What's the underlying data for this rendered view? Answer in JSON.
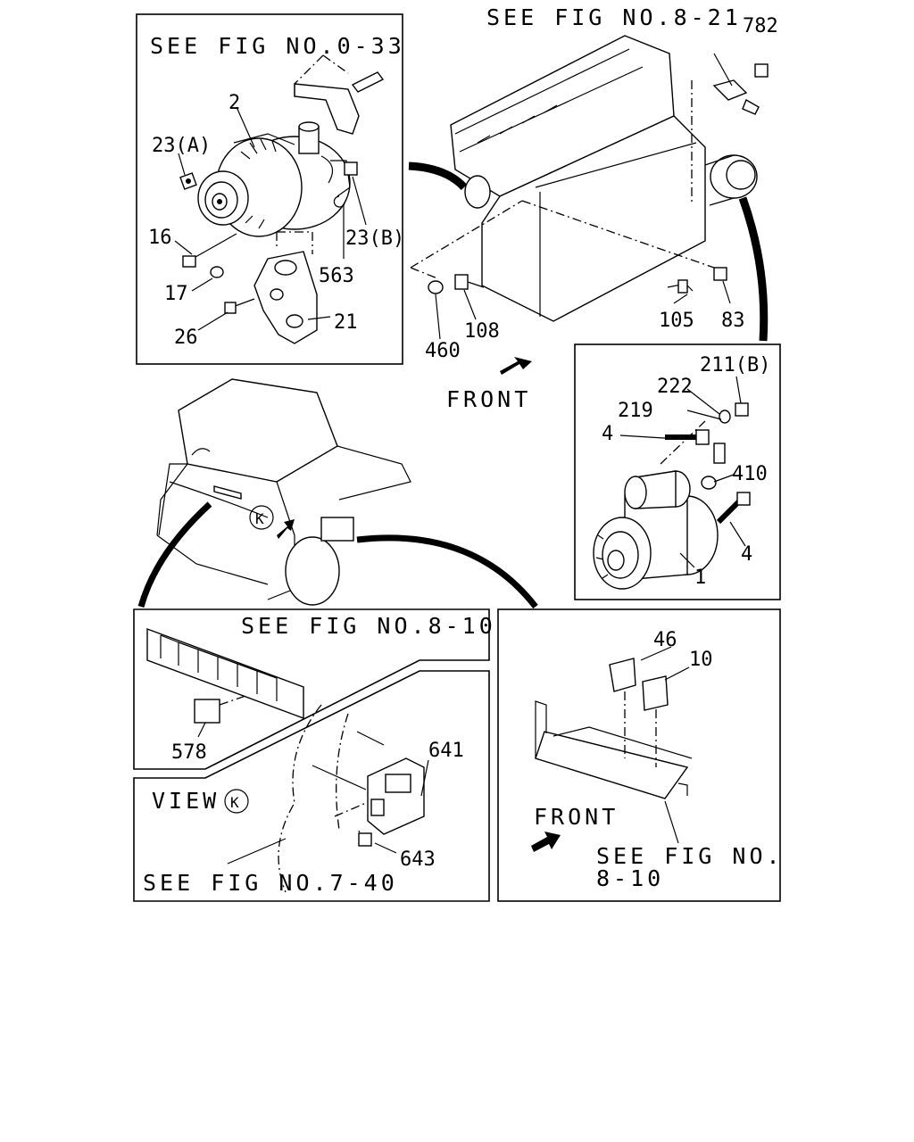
{
  "labels": {
    "see_fig_0_33": "SEE FIG NO.0-33",
    "see_fig_8_21": "SEE FIG NO.8-21",
    "see_fig_8_10_a": "SEE FIG NO.8-10",
    "see_fig_7_40": "SEE FIG NO.7-40",
    "see_fig_no": "SEE FIG NO.",
    "see_fig_8_10_b": "8-10",
    "front": "FRONT",
    "view": "VIEW",
    "view_letter": "K"
  },
  "parts": {
    "p2": "2",
    "p23a": "23(A)",
    "p23b": "23(B)",
    "p16": "16",
    "p17": "17",
    "p26": "26",
    "p21": "21",
    "p563": "563",
    "p782": "782",
    "p105": "105",
    "p83": "83",
    "p108": "108",
    "p460": "460",
    "p211b": "211(B)",
    "p222": "222",
    "p219": "219",
    "p4a": "4",
    "p410": "410",
    "p4b": "4",
    "p1": "1",
    "p578": "578",
    "p641": "641",
    "p643": "643",
    "p46": "46",
    "p10": "10"
  }
}
